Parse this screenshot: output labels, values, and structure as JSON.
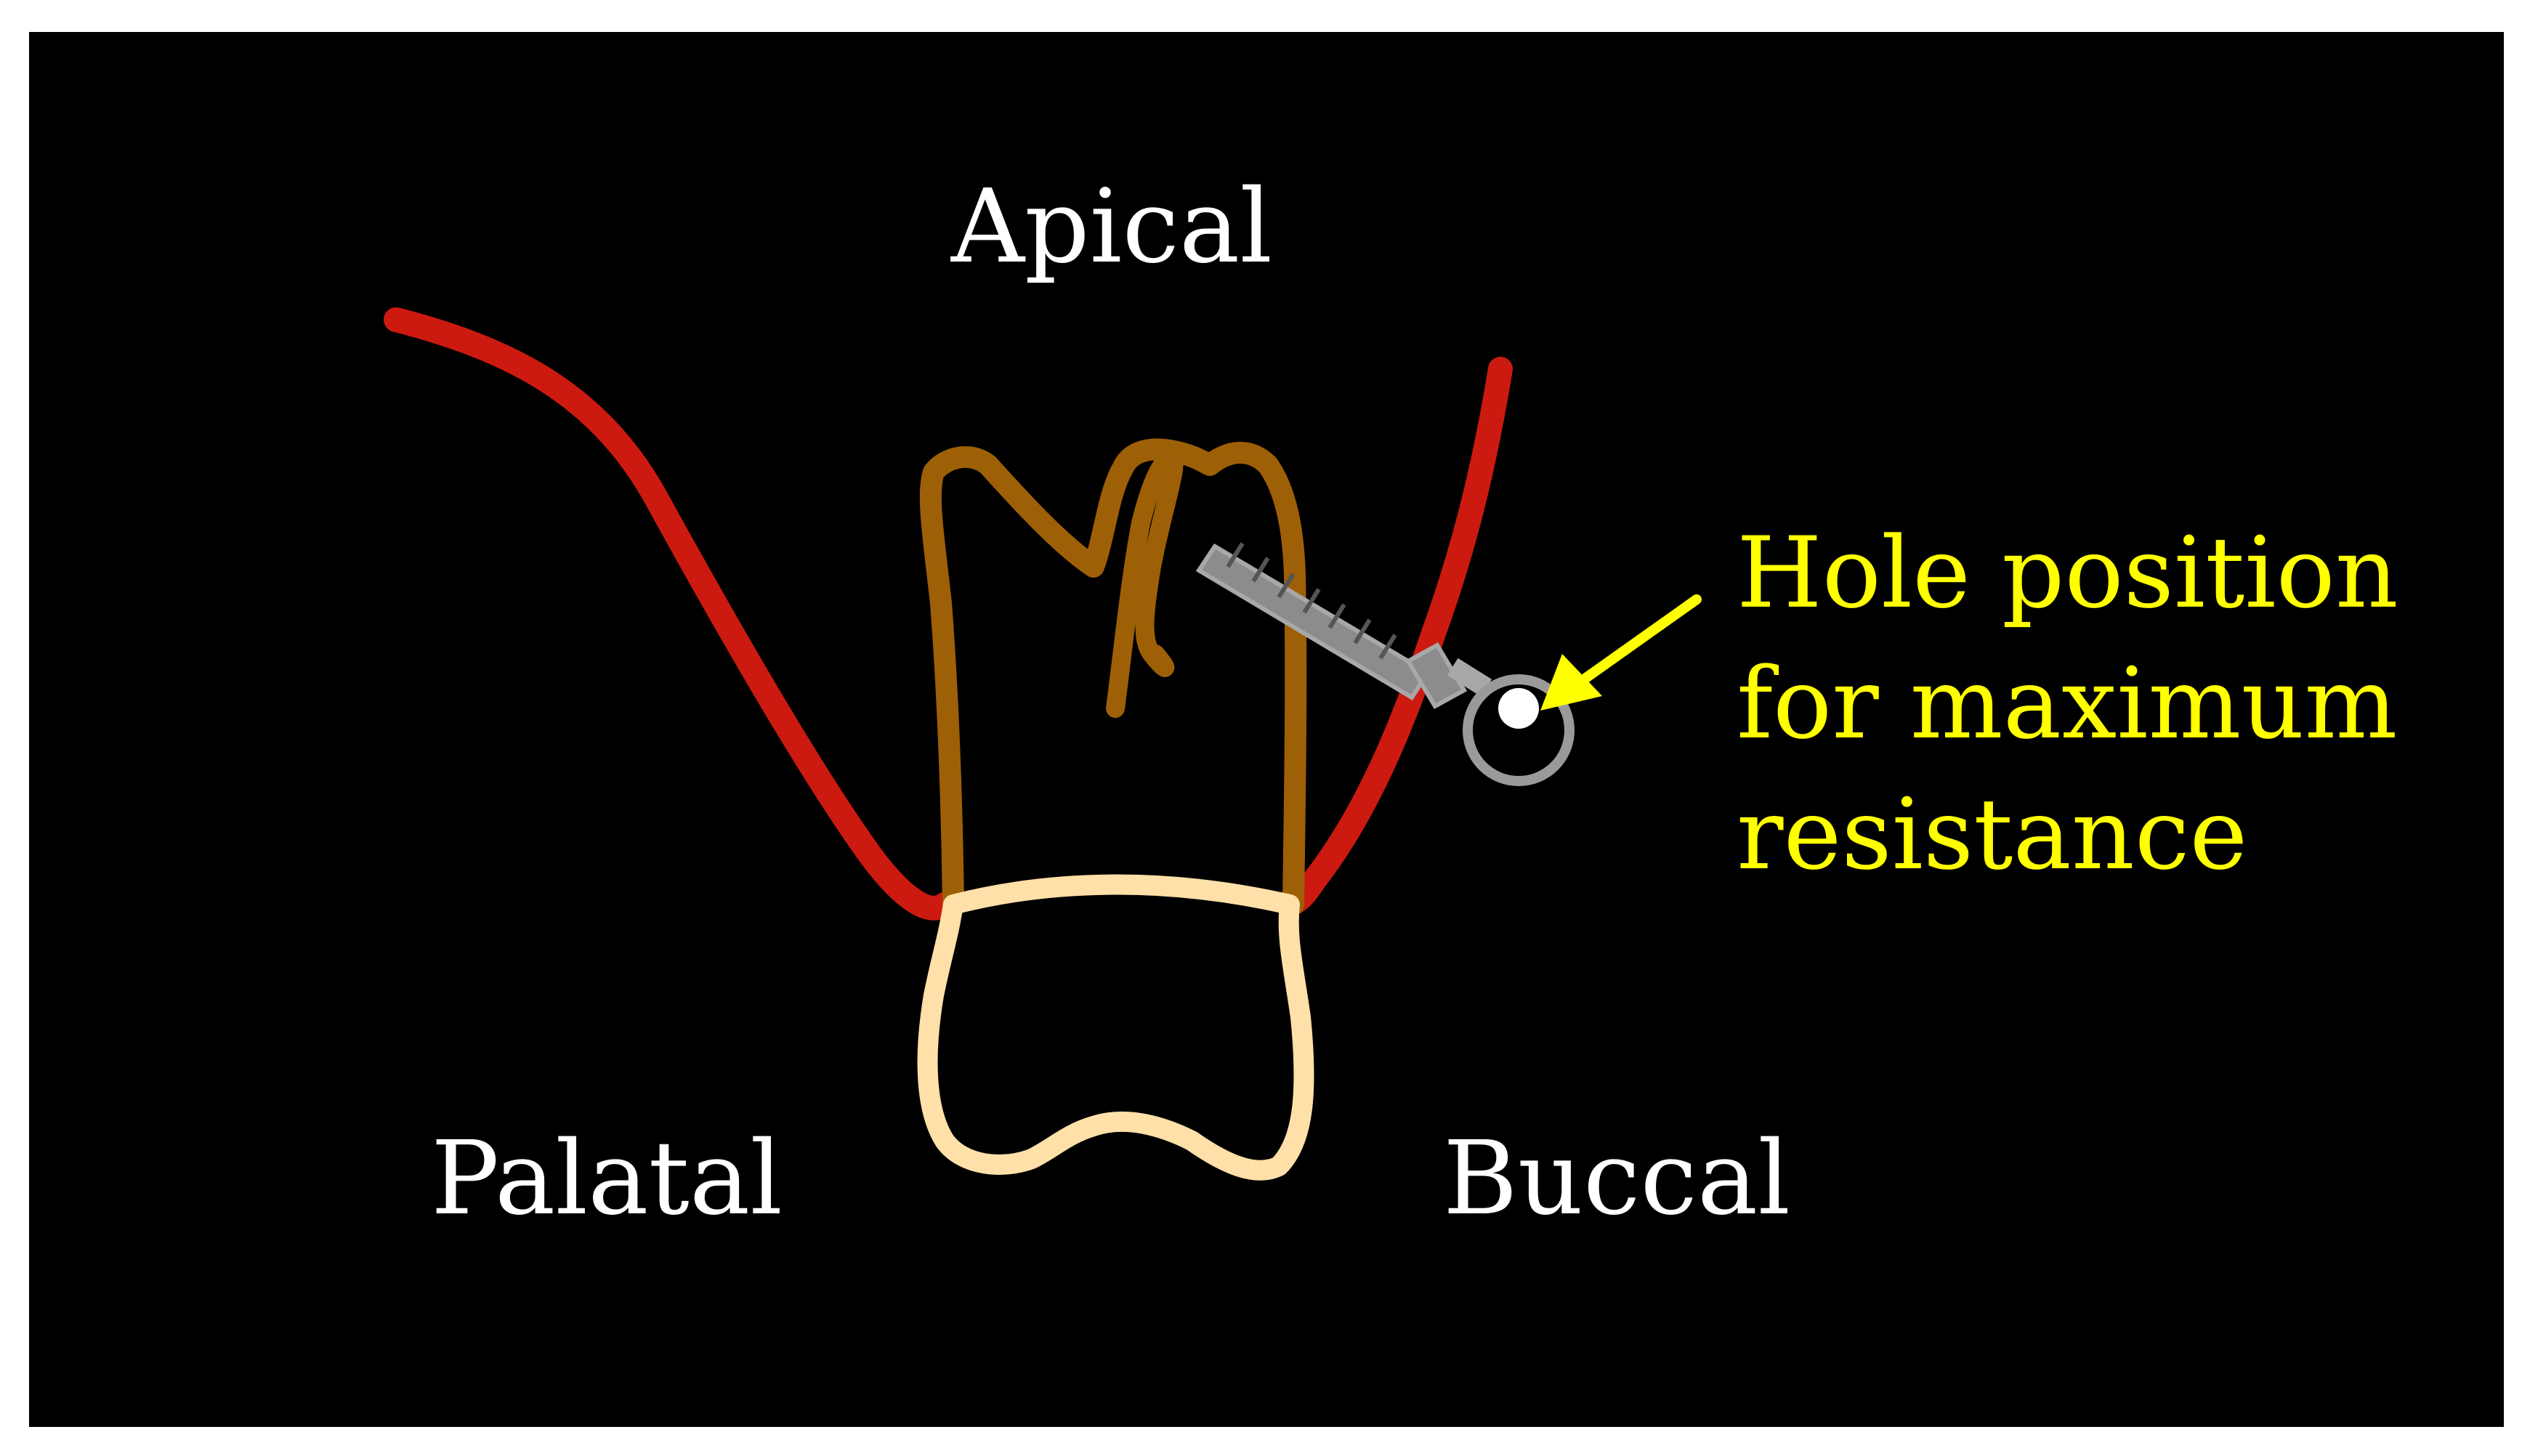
{
  "labels": {
    "apical": "Apical",
    "palatal": "Palatal",
    "buccal": "Buccal",
    "annotation": {
      "line1": "Hole position",
      "line2": "for maximum",
      "line3": "resistance"
    }
  },
  "colors": {
    "background": "#000000",
    "frame": "#ffffff",
    "bone": "#cc1a10",
    "root": "#9e6006",
    "crown": "#ffe0a8",
    "screw": "#9a9a9a",
    "annotation": "#ffff00",
    "text": "#ffffff"
  },
  "icons": {
    "arrow": "arrow-icon",
    "screw": "screw-icon",
    "hole": "hole-icon"
  }
}
